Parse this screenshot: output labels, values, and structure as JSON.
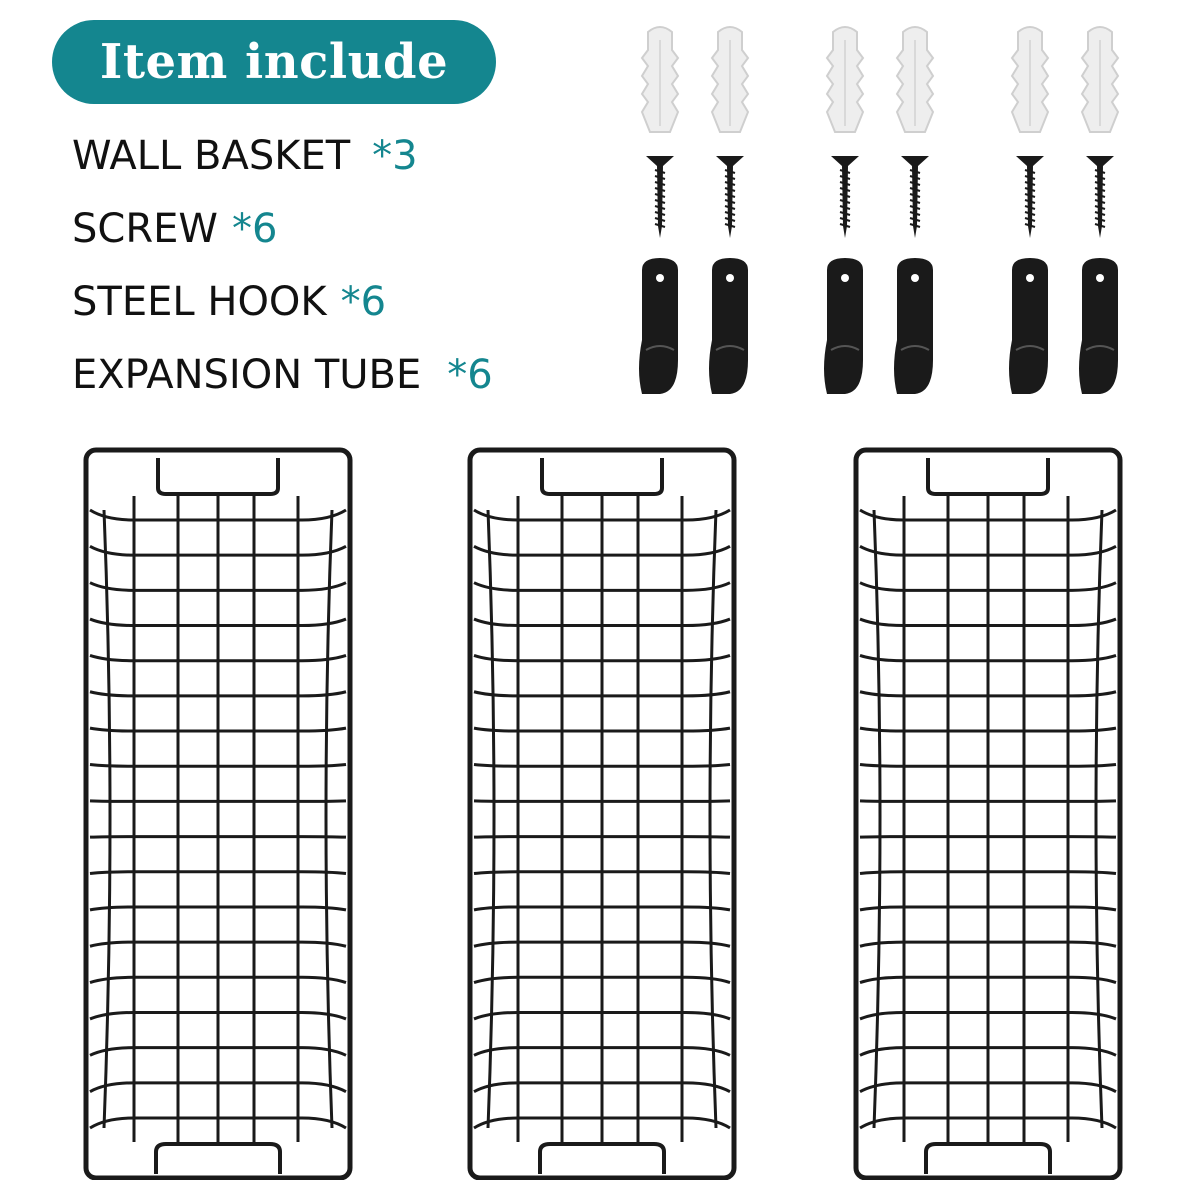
{
  "header": {
    "title": "Item include"
  },
  "items": [
    {
      "name": "WALL BASKET",
      "qty": "*3"
    },
    {
      "name": "SCREW",
      "qty": "*6"
    },
    {
      "name": "STEEL HOOK",
      "qty": "*6"
    },
    {
      "name": "EXPANSION TUBE",
      "qty": "*6"
    }
  ],
  "colors": {
    "accent": "#14868f",
    "text": "#111111",
    "metal": "#1a1a1a",
    "plastic": "#eeeeee"
  },
  "icons": [
    "expansion-tube-icon",
    "screw-icon",
    "steel-hook-icon",
    "wall-basket-icon"
  ]
}
